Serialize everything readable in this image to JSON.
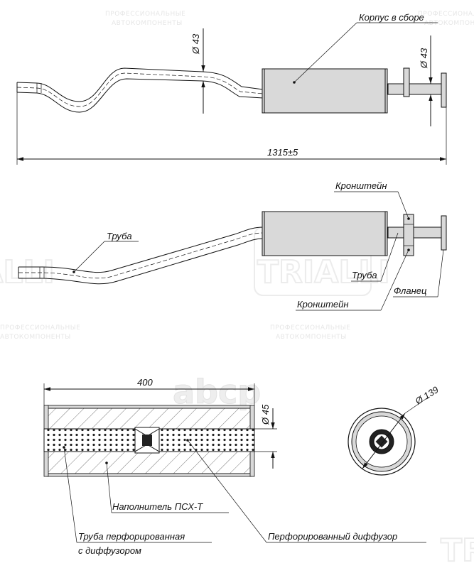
{
  "watermark": {
    "line1": "ПРОФЕССИОНАЛЬНЫЕ",
    "line2": "АВТОКОМПОНЕНТЫ",
    "brand": "TRIALLI",
    "shop_logo": "abcp"
  },
  "top_view": {
    "housing_label": "Корпус в сборе",
    "diameter_inlet": "Ø 43",
    "diameter_outlet": "Ø 43",
    "overall_length": "1315±5"
  },
  "side_view": {
    "pipe_label_left": "Труба",
    "bracket_top": "Кронштейн",
    "pipe_label_right": "Труба",
    "flange_label": "Фланец",
    "bracket_bottom": "Кронштейн"
  },
  "section_view": {
    "length": "400",
    "inner_diameter": "Ø 45",
    "filler_label": "Наполнитель ПСХ-Т",
    "perforated_pipe_line1": "Труба перфорированная",
    "perforated_pipe_line2": "с диффузором",
    "diffuser_label": "Перфорированный диффузор"
  },
  "end_view": {
    "outer_diameter": "Ø 139"
  }
}
